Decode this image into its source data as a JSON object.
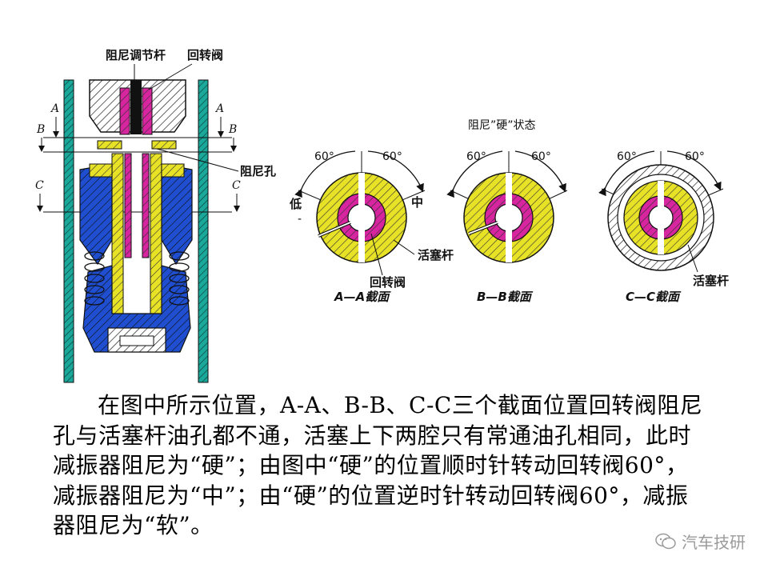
{
  "labels": {
    "adjust_rod": "阻尼调节杆",
    "rotary_valve_top": "回转阀",
    "damping_hole": "阻尼孔",
    "sec_A": "A",
    "sec_B": "B",
    "sec_C": "C",
    "hard_state": "阻尼”硬”状态",
    "deg60": "60°",
    "low": "低",
    "mid": "中",
    "piston_rod_a": "活塞杆",
    "rotary_valve_a": "回转阀",
    "piston_rod_c": "活塞杆",
    "caption_a": "A—A截面",
    "caption_b": "B—B截面",
    "caption_c": "C—C截面"
  },
  "paragraph": "在图中所示位置，A-A、B-B、C-C三个截面位置回转阀阻尼孔与活塞杆油孔都不通，活塞上下两腔只有常通油孔相同，此时减振器阻尼为“硬”；由图中“硬”的位置顺时针转动回转阀60°，减振器阻尼为“中”；由“硬”的位置逆时针转动回转阀60°，减振器阻尼为“软”。",
  "watermark": "汽车技研",
  "colors": {
    "teal": "#1aa89a",
    "yellow": "#e8e227",
    "magenta": "#d6259e",
    "blue": "#1f4fd0"
  }
}
